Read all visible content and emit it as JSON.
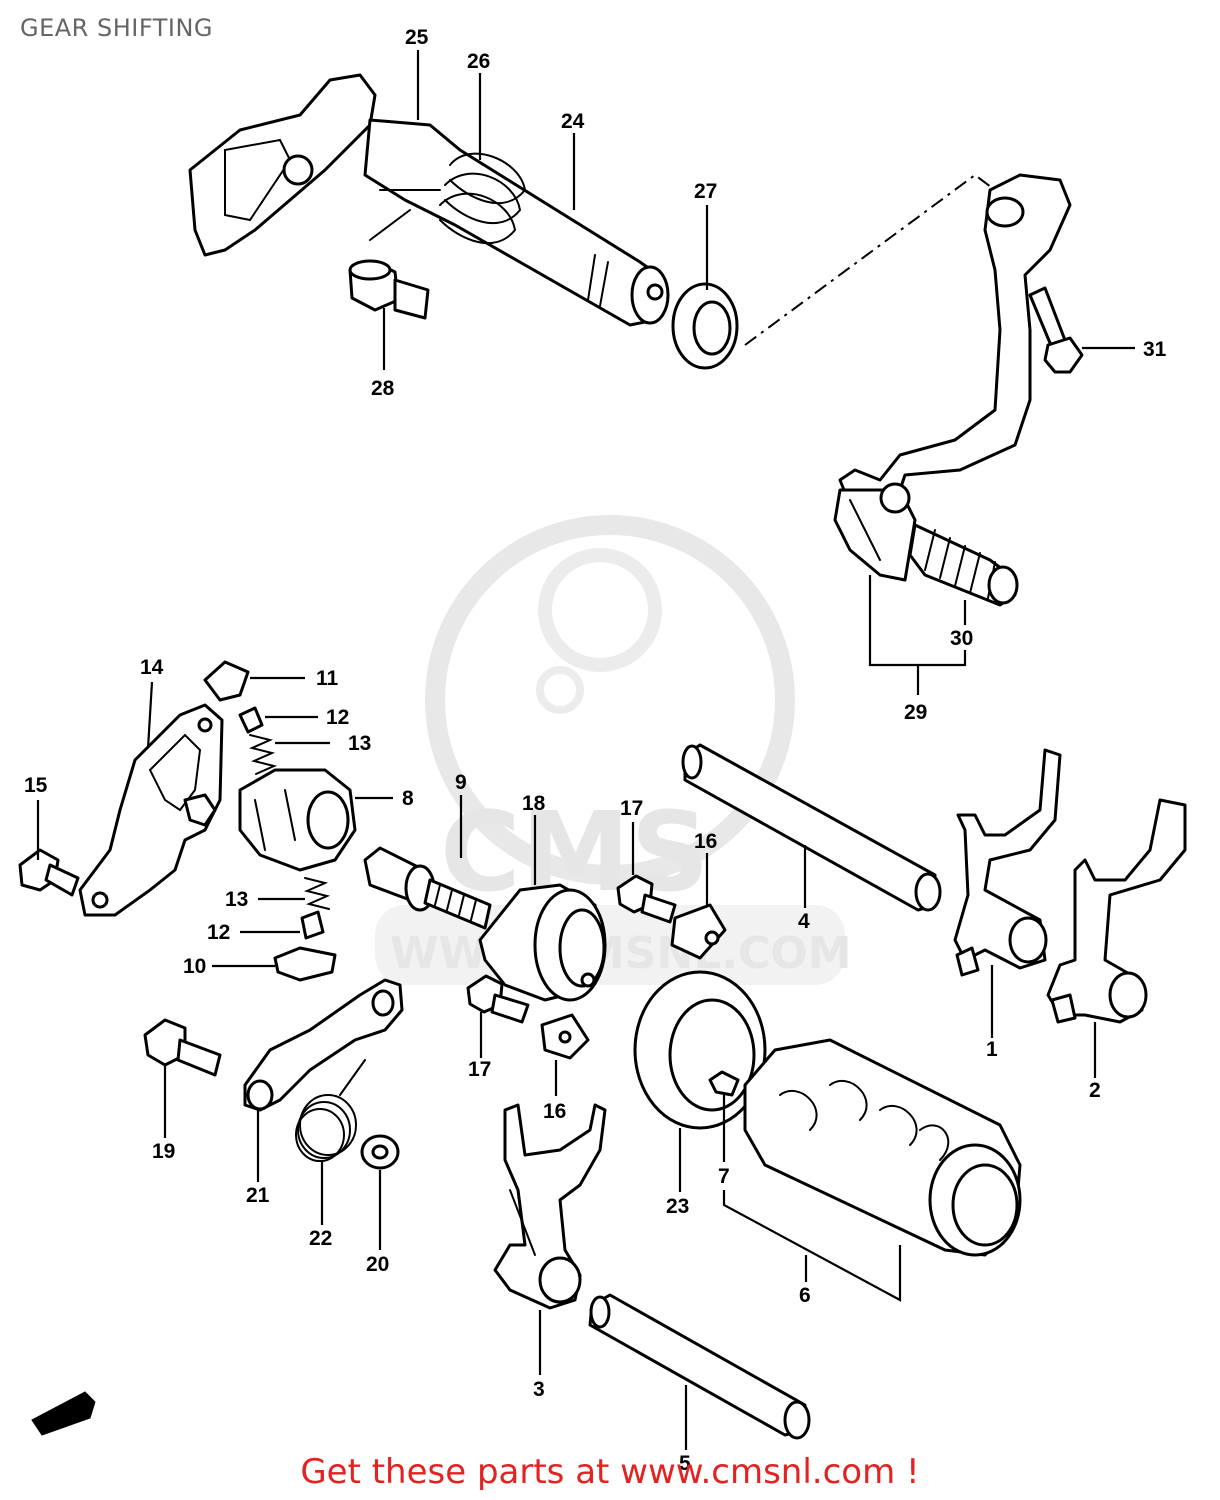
{
  "title": "GEAR SHIFTING",
  "footer": "Get these parts at www.cmsnl.com !",
  "watermark": {
    "brand": "CMS",
    "url": "WWW.CMSNL.COM"
  },
  "callouts": {
    "n1": "1",
    "n2": "2",
    "n3": "3",
    "n4": "4",
    "n5": "5",
    "n6": "6",
    "n7": "7",
    "n8": "8",
    "n9": "9",
    "n10": "10",
    "n11": "11",
    "n12a": "12",
    "n12b": "12",
    "n13a": "13",
    "n13b": "13",
    "n14": "14",
    "n15": "15",
    "n16a": "16",
    "n16b": "16",
    "n17a": "17",
    "n17b": "17",
    "n18": "18",
    "n19": "19",
    "n20": "20",
    "n21": "21",
    "n22": "22",
    "n23": "23",
    "n24": "24",
    "n25": "25",
    "n26": "26",
    "n27": "27",
    "n28": "28",
    "n29": "29",
    "n30": "30",
    "n31": "31"
  }
}
